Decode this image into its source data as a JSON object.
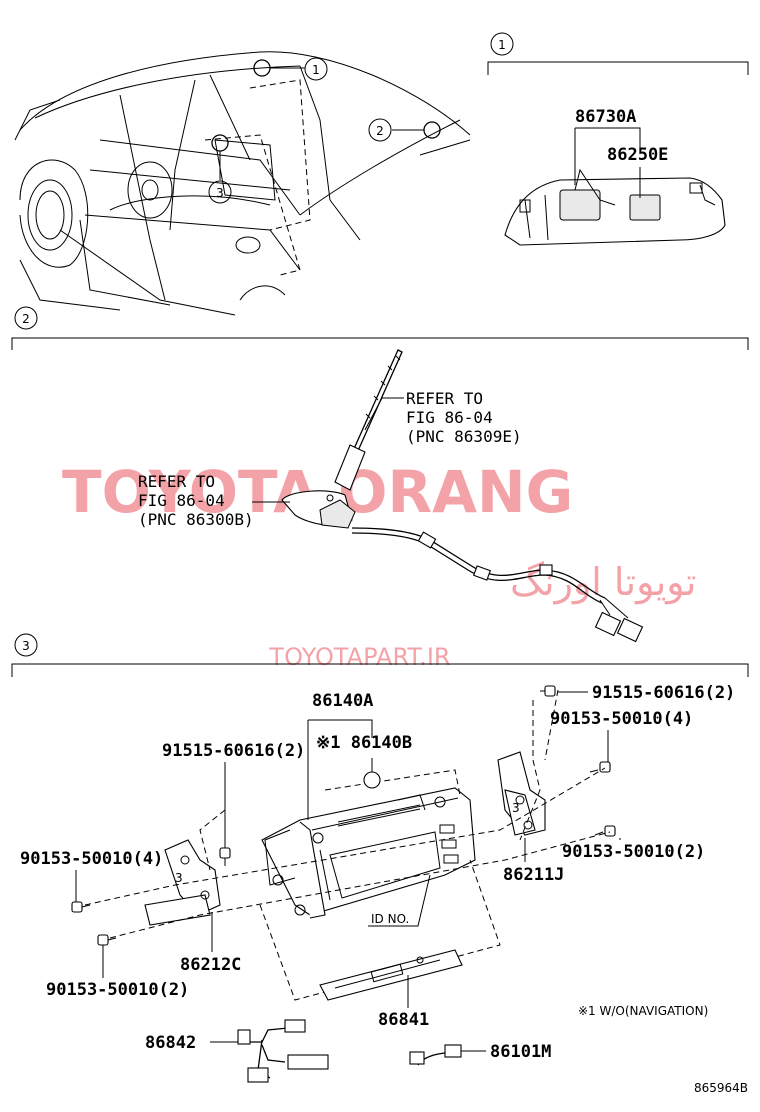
{
  "diagram_id": "865964B",
  "watermark": {
    "title": "TOYOTA ORANG",
    "persian": "تویوتا اورنگ",
    "site": "TOYOTAPART.IR"
  },
  "callouts": [
    "1",
    "2",
    "3"
  ],
  "section1": {
    "marker": "1",
    "parts": [
      "86730A",
      "86250E"
    ]
  },
  "section2": {
    "marker": "2",
    "refer_antenna": [
      "REFER TO",
      "FIG 86-04",
      "(PNC 86309E)"
    ],
    "refer_base": [
      "REFER TO",
      "FIG 86-04",
      "(PNC 86300B)"
    ]
  },
  "section3": {
    "marker": "3",
    "parts": {
      "p86140A": "86140A",
      "p86140B": "※1 86140B",
      "p91515_r": "91515-60616(2)",
      "p90153_r4": "90153-50010(4)",
      "p91515_l": "91515-60616(2)",
      "p90153_r2": "90153-50010(2)",
      "p90153_l4": "90153-50010(4)",
      "p86211J": "86211J",
      "id_no": "ID NO.",
      "p86212C": "86212C",
      "p90153_l2": "90153-50010(2)",
      "p86841": "86841",
      "note": "※1 W/O(NAVIGATION)",
      "p86842": "86842",
      "p86101M": "86101M"
    }
  }
}
